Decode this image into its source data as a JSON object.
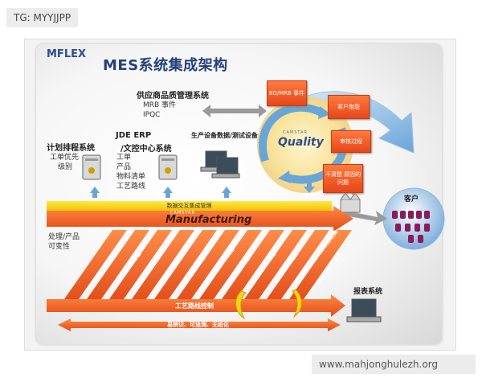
{
  "overlay_tag": "TG: MYYJJPP",
  "watermark": "www.mahjonghulezh.org",
  "logo": "MFLEX",
  "title": "MES系统集成架构",
  "supply_quality": {
    "title": "供应商品质管理系统",
    "items": [
      "MRB 事件",
      "IPQC"
    ]
  },
  "planning": {
    "title": "计划排程系统",
    "items": [
      "工单优先",
      "级别"
    ]
  },
  "erp": {
    "title": "JDE ERP",
    "title2": "/文控中心系统",
    "items": [
      "工单",
      "产品",
      "物料清单",
      "工艺路线"
    ]
  },
  "equipment_label": "生产设备数据/测试设备",
  "quality_ring": {
    "brand": "CAMSTAR",
    "name": "Quality"
  },
  "orange_boxes": [
    "8D/MRB 事件",
    "客户抱怨",
    "审核过程",
    "不清楚 原因的问题"
  ],
  "customer_label": "客户",
  "integration_bar": "数据交互集成管理",
  "manufacturing": {
    "brand": "CAMSTAR",
    "name": "Manufacturing"
  },
  "variability": [
    "处理/产品",
    "可变性"
  ],
  "band_labels": [
    "物料管理",
    "载具、夹具管理",
    "派工管理",
    "在制品追踪",
    "生产环境控制",
    "产品防错料及装配",
    "员工技能认证",
    "设备管理及校验",
    "客户自动化集成",
    "制程控制、测试及数据收集",
    "数据分析与报告"
  ],
  "routing_label": "工艺路线控制",
  "traceability_label": "易辨识、可追溯、无纸化",
  "report_label": "报表系统",
  "colors": {
    "orange": "#ef6a24",
    "yellow": "#f6d21a",
    "navy": "#24407c",
    "blue": "#6aa5d8"
  }
}
